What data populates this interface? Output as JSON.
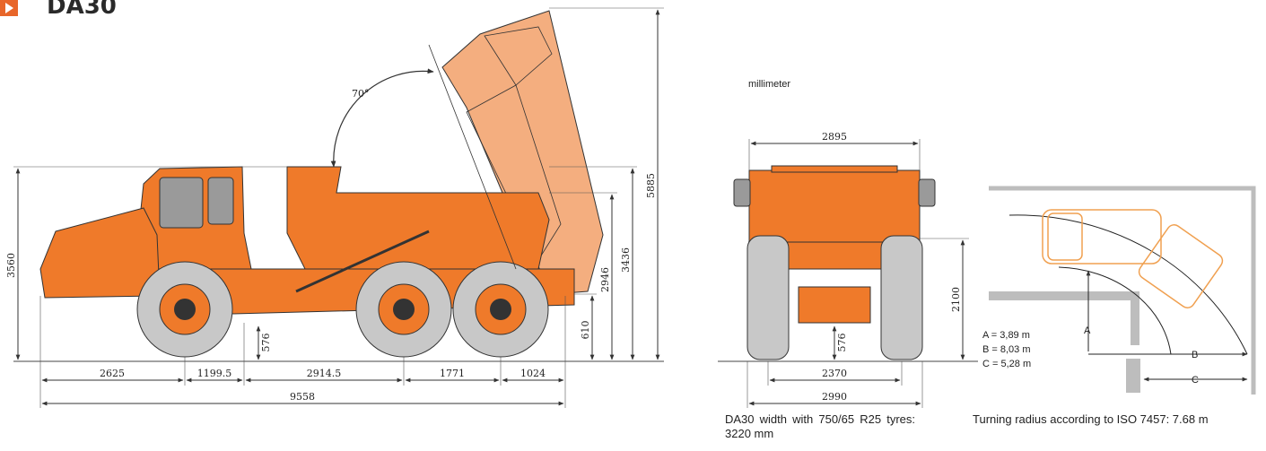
{
  "title": "DA30",
  "unit_note": "millimeter",
  "angle_label": "70°",
  "side_view": {
    "heights": {
      "overall_cab": "3560",
      "tipped": "5885",
      "body_top": "3436",
      "load_edge": "2946",
      "body_bottom": "610",
      "ground_clearance": "576"
    },
    "lengths": {
      "front_overhang": "2625",
      "axle_offset": "1199.5",
      "wheelbase_front": "2914.5",
      "bogie": "1771",
      "rear_overhang": "1024",
      "overall": "9558"
    }
  },
  "front_view": {
    "top_width": "2895",
    "height": "2100",
    "ground_clearance": "576",
    "track": "2370",
    "overall_width": "2990"
  },
  "turning": {
    "a_label": "A",
    "b_label": "B",
    "c_label": "C",
    "a_value": "A = 3,89 m",
    "b_value": "B = 8,03 m",
    "c_value": "C = 5,28 m"
  },
  "captions": {
    "width_note": "DA30 width with 750/65 R25 tyres: 3220 mm",
    "turning_note": "Turning radius according to ISO 7457: 7.68 m"
  },
  "colors": {
    "body": "#ef7a2a",
    "tipper": "#f4ae7f",
    "tyre": "#c8c8c8",
    "badge": "#e8662a",
    "outline": "#333333"
  }
}
